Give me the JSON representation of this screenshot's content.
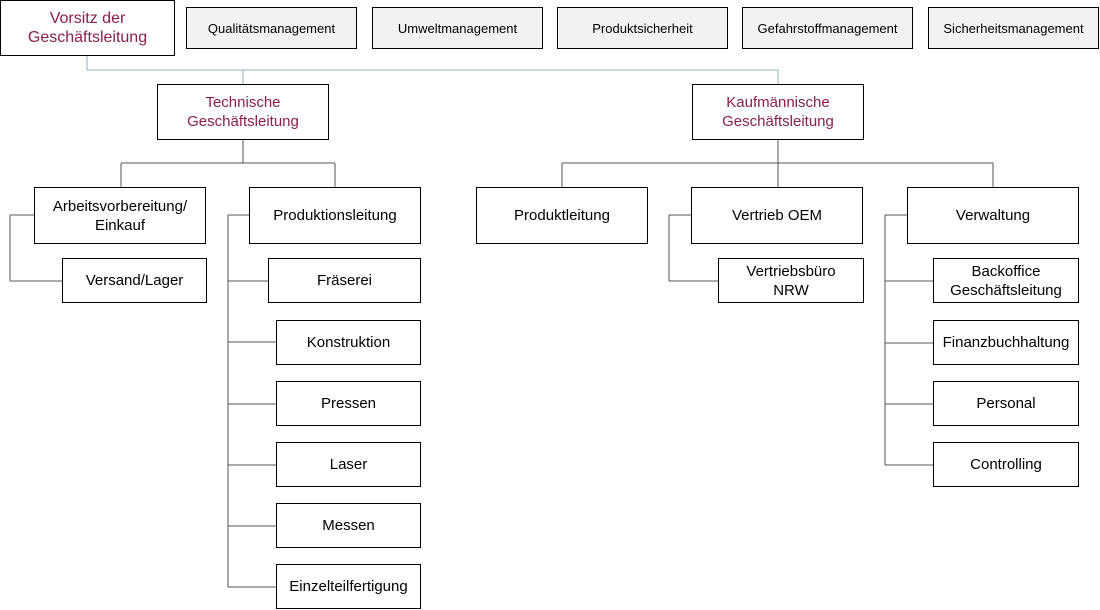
{
  "colors": {
    "lead_text": "#8b1e4b",
    "staff_fill": "#f2f2f2",
    "line_teal": "#8fb3b3",
    "line_gray": "#555555"
  },
  "leadership": {
    "chair": "Vorsitz der\nGeschäftsleitung",
    "technical": "Technische\nGeschäftsleitung",
    "commercial": "Kaufmännische\nGeschäftsleitung"
  },
  "staff": [
    "Qualitätsmanagement",
    "Umweltmanagement",
    "Produktsicherheit",
    "Gefahrstoffmanagement",
    "Sicherheitsmanagement"
  ],
  "technical_units": {
    "avw": "Arbeitsvorbereitung/\nEinkauf",
    "versand": "Versand/Lager",
    "produktion": "Produktionsleitung",
    "produktion_subs": [
      "Fräserei",
      "Konstruktion",
      "Pressen",
      "Laser",
      "Messen",
      "Einzelteilfertigung"
    ]
  },
  "commercial_units": {
    "produktleitung": "Produktleitung",
    "vertrieb": "Vertrieb OEM",
    "vertriebsbuero": "Vertriebsbüro\nNRW",
    "verwaltung": "Verwaltung",
    "verwaltung_subs": [
      "Backoffice\nGeschäftsleitung",
      "Finanzbuchhaltung",
      "Personal",
      "Controlling"
    ]
  }
}
